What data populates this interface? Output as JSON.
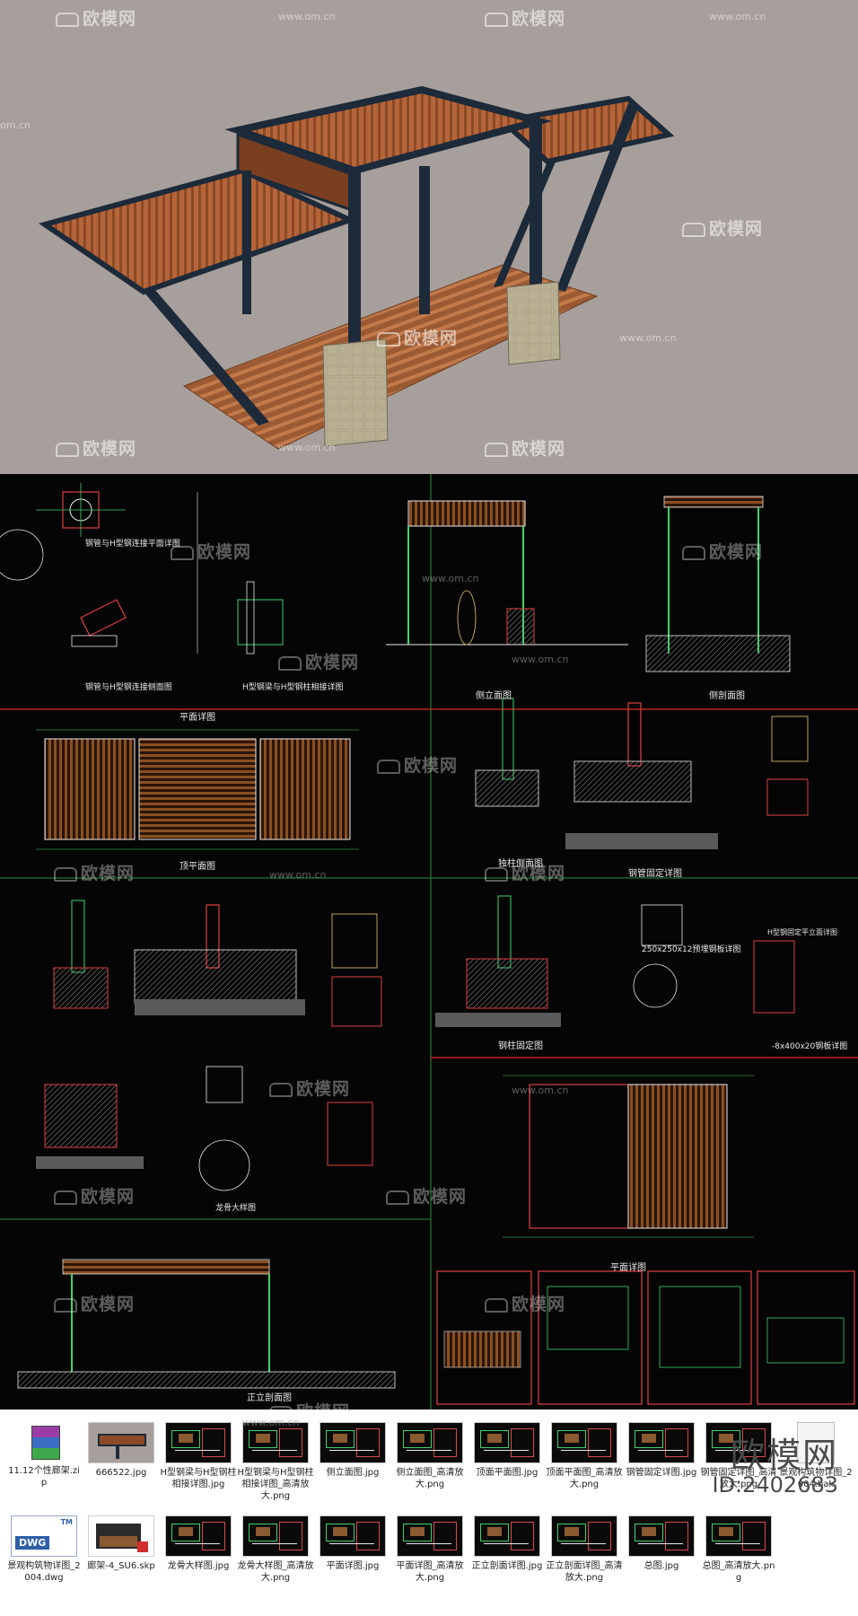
{
  "watermarks": {
    "brand": "欧模网",
    "url": "www.om.cn",
    "url_short": "om.cn"
  },
  "cad_labels": {
    "d1": "钢管与H型钢连接平面详图",
    "d2": "钢管与H型钢连接侧面图",
    "d3": "H型钢梁与H型钢柱相接详图",
    "d4": "侧立面图",
    "d5": "侧剖面图",
    "d6": "平面详图",
    "d7": "顶平面图",
    "d8": "独柱侧面图",
    "d9": "钢管固定详图",
    "d10": "250x250x12预埋钢板详图",
    "d11": "H型钢固定平立面详图",
    "d12": "钢柱固定图",
    "d13": "龙骨大样图",
    "d14": "-8x400x20钢板详图",
    "d15": "平面详图",
    "d16": "正立剖面图"
  },
  "files_row1": [
    {
      "name": "11.12个性廊架.zip",
      "icon": "winrar-archive-icon"
    },
    {
      "name": "666522.jpg",
      "icon": "render-thumbnail"
    },
    {
      "name": "H型钢梁与H型钢柱相接详图.jpg",
      "icon": "cad-thumbnail"
    },
    {
      "name": "H型钢梁与H型钢柱相接详图_高清放大.png",
      "icon": "cad-thumbnail"
    },
    {
      "name": "侧立面图.jpg",
      "icon": "cad-thumbnail"
    },
    {
      "name": "侧立面图_高清放大.png",
      "icon": "cad-thumbnail"
    },
    {
      "name": "顶面平面图.jpg",
      "icon": "cad-thumbnail"
    },
    {
      "name": "顶面平面图_高清放大.png",
      "icon": "cad-thumbnail"
    },
    {
      "name": "钢管固定详图.jpg",
      "icon": "cad-thumbnail"
    },
    {
      "name": "钢管固定详图_高清放大.png",
      "icon": "cad-thumbnail"
    },
    {
      "name": "景观构筑物详图_2004.bak",
      "icon": "blank-file-icon"
    }
  ],
  "files_row2": [
    {
      "name": "景观构筑物详图_2004.dwg",
      "icon": "dwg-file-icon"
    },
    {
      "name": "廊架-4_SU6.skp",
      "icon": "sketchup-file-icon"
    },
    {
      "name": "龙骨大样图.jpg",
      "icon": "cad-thumbnail"
    },
    {
      "name": "龙骨大样图_高清放大.png",
      "icon": "cad-thumbnail"
    },
    {
      "name": "平面详图.jpg",
      "icon": "cad-thumbnail"
    },
    {
      "name": "平面详图_高清放大.png",
      "icon": "cad-thumbnail"
    },
    {
      "name": "正立剖面详图.jpg",
      "icon": "cad-thumbnail"
    },
    {
      "name": "正立剖面详图_高清放大.png",
      "icon": "cad-thumbnail"
    },
    {
      "name": "总图.jpg",
      "icon": "cad-thumbnail"
    },
    {
      "name": "总图_高清放大.png",
      "icon": "cad-thumbnail"
    }
  ],
  "dwg_badge": "DWG",
  "dwg_tm": "TM",
  "brand_corner": "欧模网",
  "id_corner": "ID:2402683",
  "colors": {
    "render_bg": "#a79f9b",
    "cad_bg": "#050505",
    "steel": "#1c2a3a",
    "wood": "#a0522d"
  }
}
